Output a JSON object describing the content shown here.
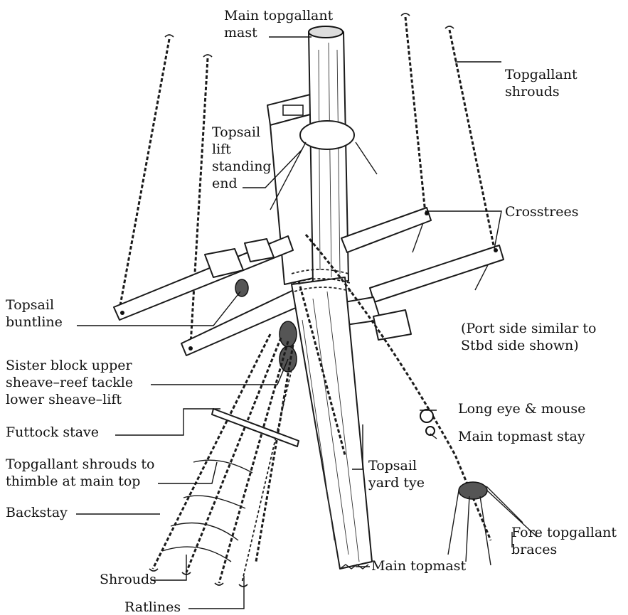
{
  "labels": {
    "main_topgallant_mast": [
      "Main topgallant",
      "mast"
    ],
    "topgallant_shrouds": [
      "Topgallant",
      "shrouds"
    ],
    "topsail_lift_standing_end": [
      "Topsail",
      "lift",
      "standing",
      "end"
    ],
    "crosstrees": "Crosstrees",
    "topsail_buntline": [
      "Topsail",
      "buntline"
    ],
    "port_side_note": [
      "(Port side similar to",
      "Stbd side shown)"
    ],
    "sister_block": [
      "Sister block upper",
      "sheave–reef tackle",
      "lower sheave–lift"
    ],
    "futtock_stave": "Futtock stave",
    "long_eye_mouse": "Long eye & mouse",
    "main_topmast_stay": "Main topmast stay",
    "topgallant_shrouds_thimble": [
      "Topgallant shrouds to",
      "thimble at main top"
    ],
    "topsail_yard_tye": [
      "Topsail",
      "yard tye"
    ],
    "backstay": "Backstay",
    "fore_topgallant_braces": [
      "Fore topgallant",
      "braces"
    ],
    "shrouds": "Shrouds",
    "main_topmast": "Main topmast",
    "ratlines": "Ratlines"
  }
}
